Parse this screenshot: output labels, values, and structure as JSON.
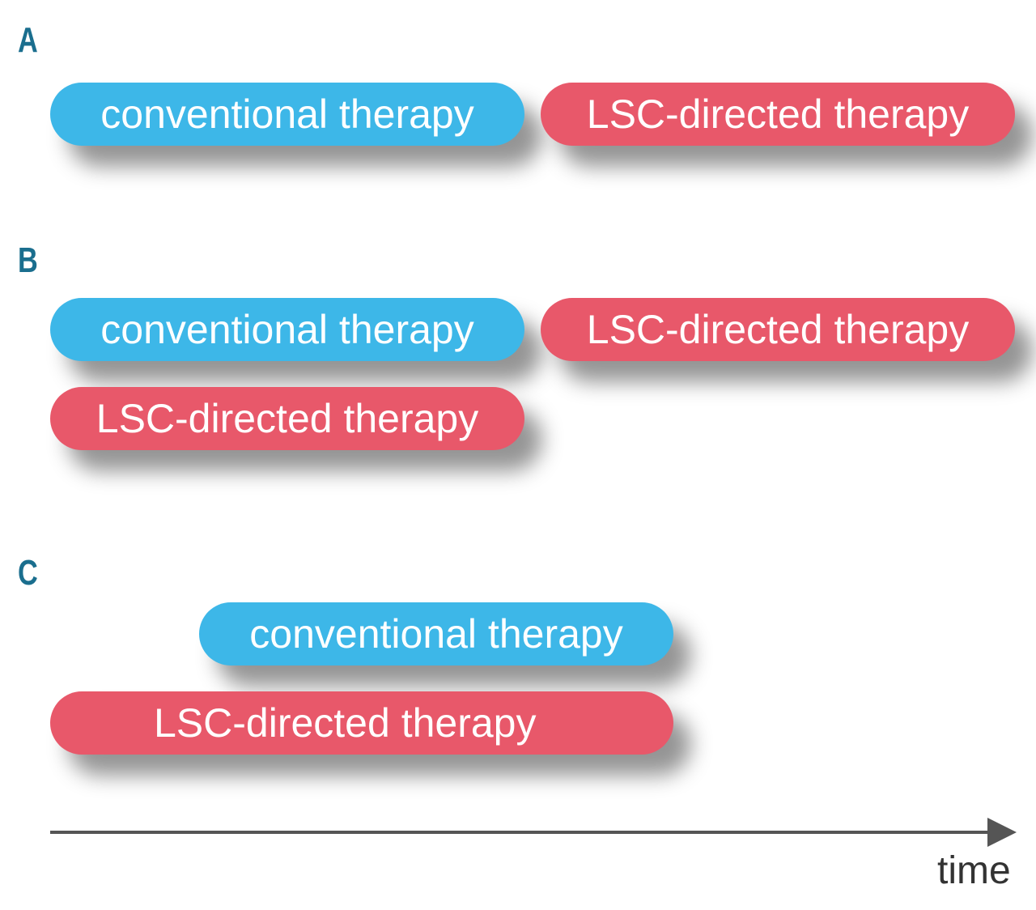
{
  "colors": {
    "conventional": "#3db7e8",
    "lsc": "#e8586a",
    "label": "#1a6e8e",
    "axis": "#555555"
  },
  "panels": {
    "a": {
      "label": "A",
      "pills": [
        {
          "text": "conventional therapy",
          "kind": "conventional"
        },
        {
          "text": "LSC-directed therapy",
          "kind": "lsc"
        }
      ]
    },
    "b": {
      "label": "B",
      "pills": [
        {
          "text": "conventional therapy",
          "kind": "conventional"
        },
        {
          "text": "LSC-directed therapy",
          "kind": "lsc"
        },
        {
          "text": "LSC-directed therapy",
          "kind": "lsc"
        }
      ]
    },
    "c": {
      "label": "C",
      "pills": [
        {
          "text": "conventional therapy",
          "kind": "conventional"
        },
        {
          "text": "LSC-directed therapy",
          "kind": "lsc"
        }
      ]
    }
  },
  "axis": {
    "label": "time",
    "arrow_icon": "arrow-right-icon"
  }
}
